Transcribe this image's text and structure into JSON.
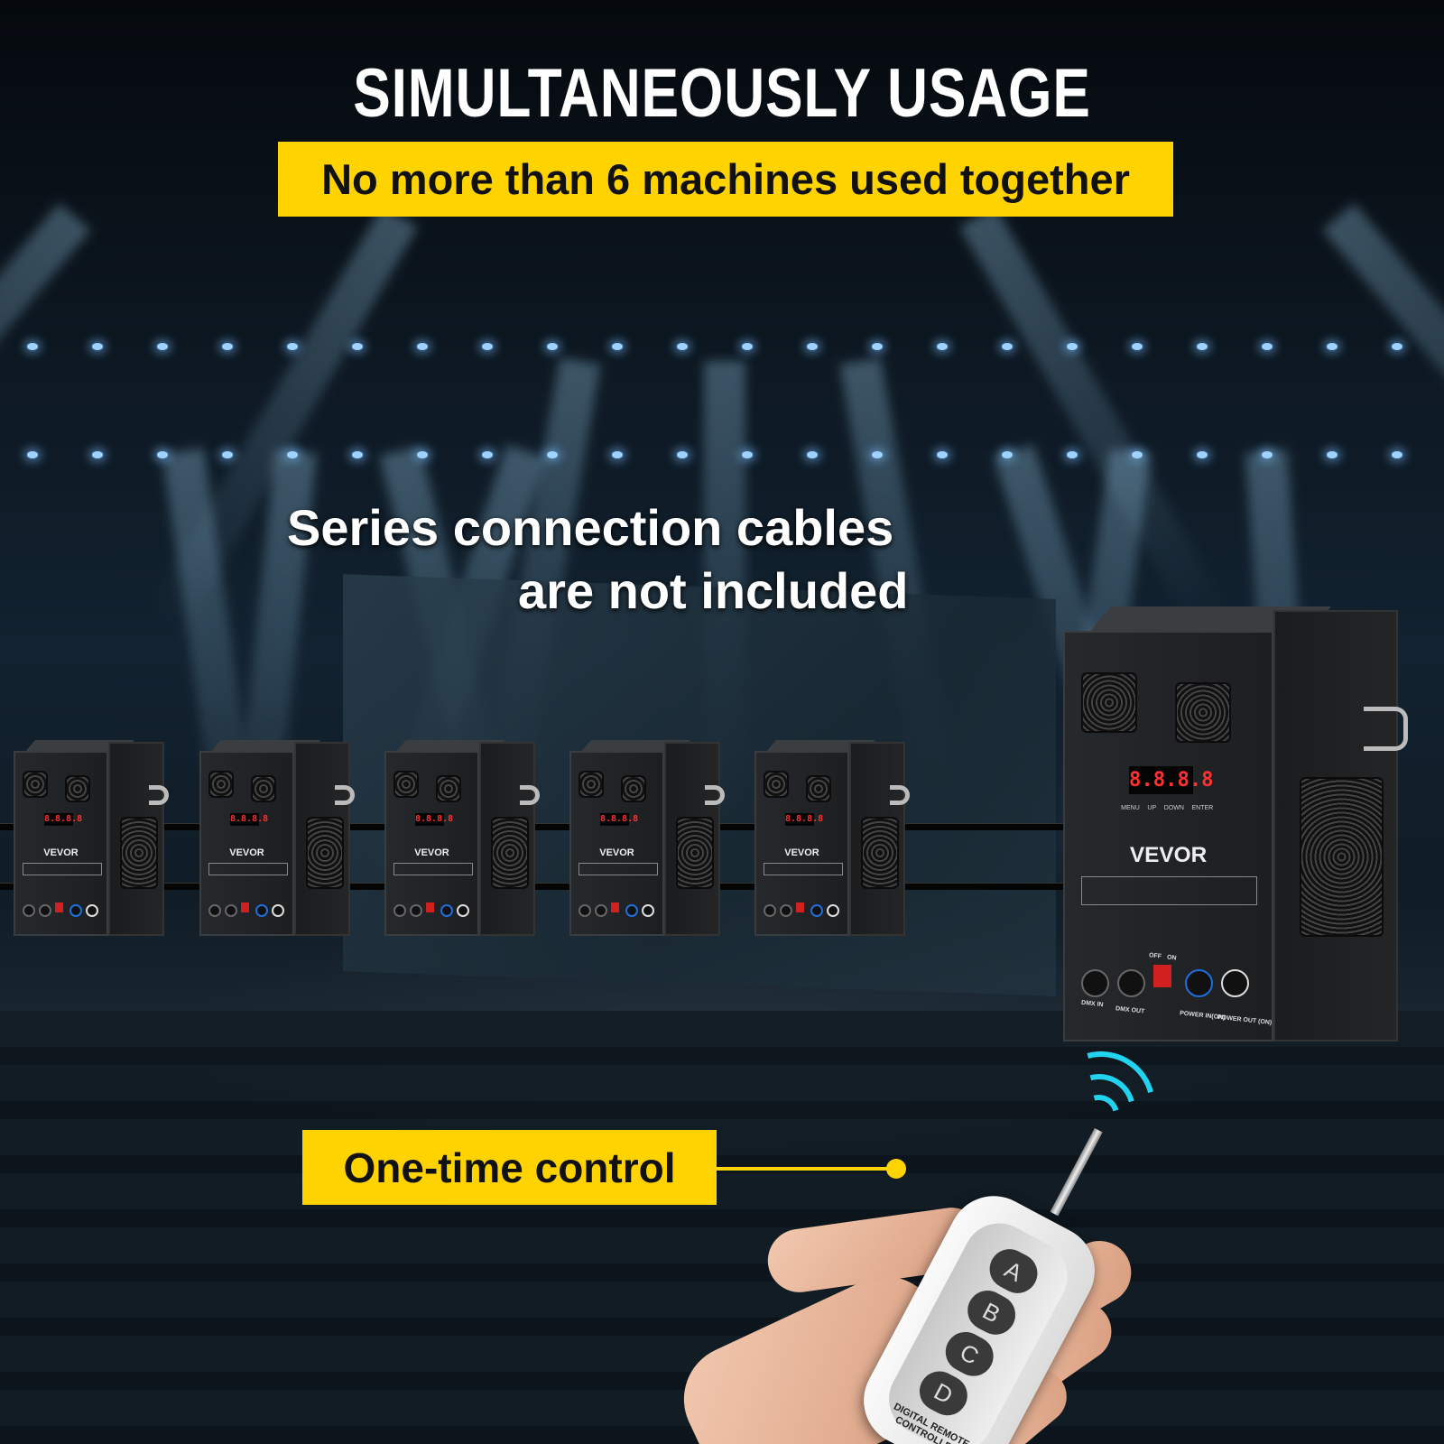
{
  "title": "SIMULTANEOUSLY USAGE",
  "banner": "No more than 6 machines used together",
  "note": {
    "line1": "Series connection cables",
    "line2": "are not included"
  },
  "control_label": "One-time control",
  "colors": {
    "accent": "#ffd300",
    "signal": "#22d3f0"
  },
  "machine": {
    "brand": "VEVOR",
    "display": "8.8.8.8",
    "buttons": [
      "MENU",
      "UP",
      "DOWN",
      "ENTER"
    ],
    "ports": [
      "DMX IN",
      "DMX OUT",
      "POWER IN(ON)",
      "POWER OUT (ON)"
    ],
    "switch": [
      "OFF",
      "ON"
    ]
  },
  "remote": {
    "buttons": [
      "A",
      "B",
      "C",
      "D"
    ],
    "text": "DIGITAL REMOTE CONTROLLER"
  },
  "machine_count": 6
}
